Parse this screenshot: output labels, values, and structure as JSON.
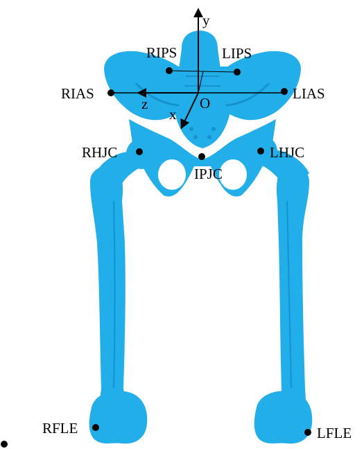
{
  "colors": {
    "bone": "#22aee8",
    "bone_shade": "#1592d0",
    "ink": "#000000"
  },
  "axes": {
    "y": "y",
    "z": "z",
    "x": "x",
    "origin": "O"
  },
  "landmarks": {
    "rips": "RIPS",
    "lips": "LIPS",
    "rias": "RIAS",
    "lias": "LIAS",
    "rhjc": "RHJC",
    "lhjc": "LHJC",
    "ipjc": "IPJC",
    "rfle": "RFLE",
    "lfle": "LFLE"
  }
}
